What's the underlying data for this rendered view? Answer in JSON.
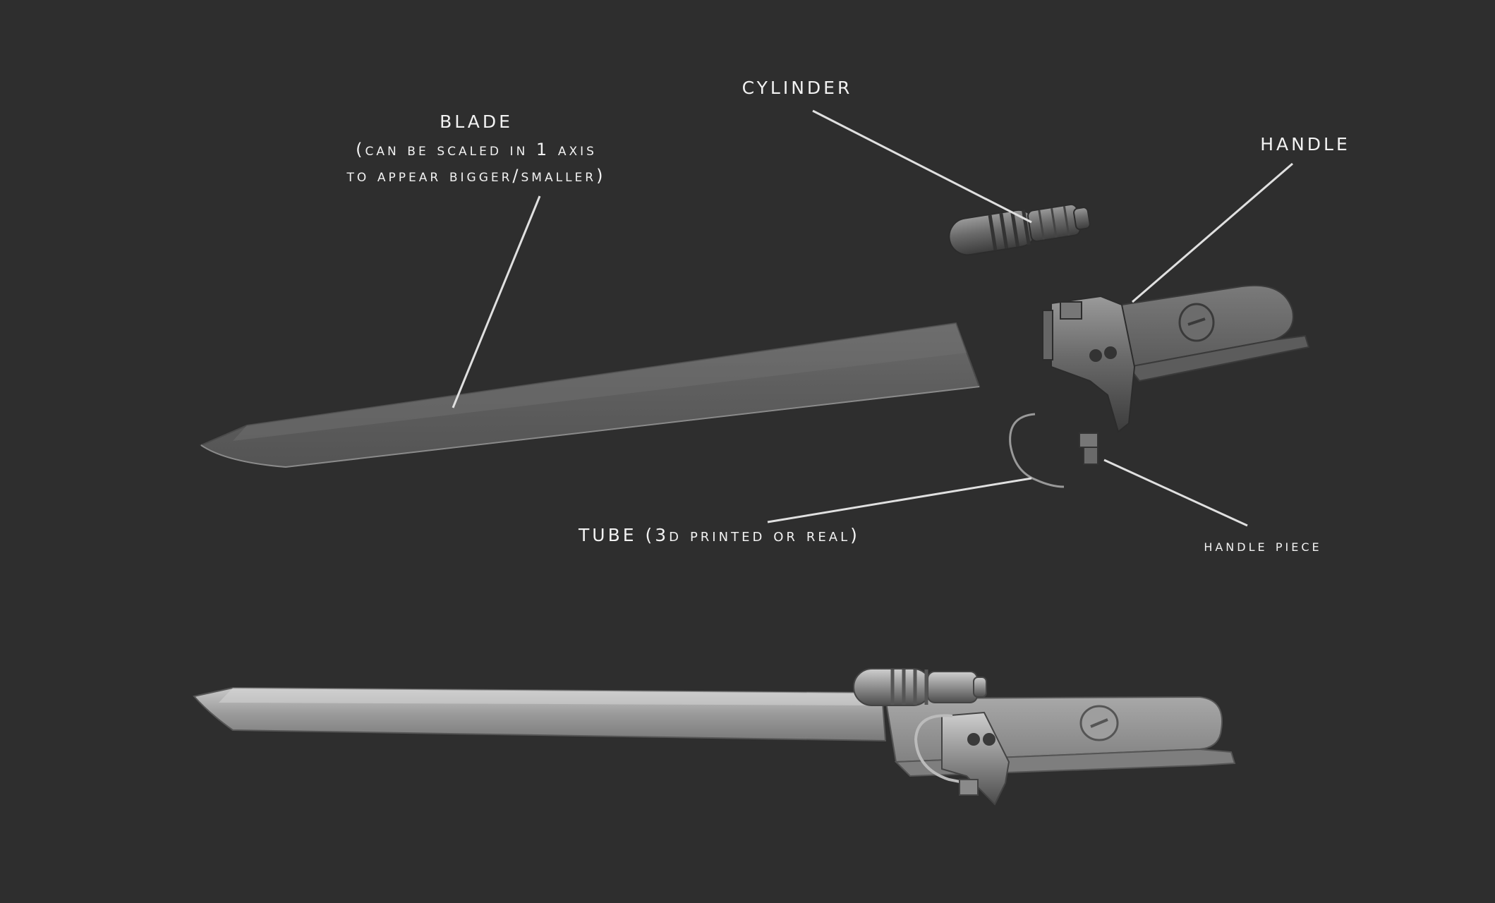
{
  "background_color": "#2e2e2e",
  "label_color": "#f2f2f2",
  "labels": {
    "blade_title": "BLADE",
    "blade_note_line1": "(can be scaled in 1 axis",
    "blade_note_line2": "to appear bigger/smaller)",
    "cylinder": "CYLINDER",
    "handle": "HANDLE",
    "tube_main": "TUBE",
    "tube_note": "(3d printed or real)",
    "handle_piece": "handle piece"
  },
  "parts": [
    {
      "name": "blade",
      "icon": "blade-icon"
    },
    {
      "name": "cylinder",
      "icon": "cylinder-icon"
    },
    {
      "name": "handle",
      "icon": "handle-icon"
    },
    {
      "name": "tube",
      "icon": "tube-icon"
    },
    {
      "name": "handle piece",
      "icon": "handle-piece-icon"
    }
  ]
}
